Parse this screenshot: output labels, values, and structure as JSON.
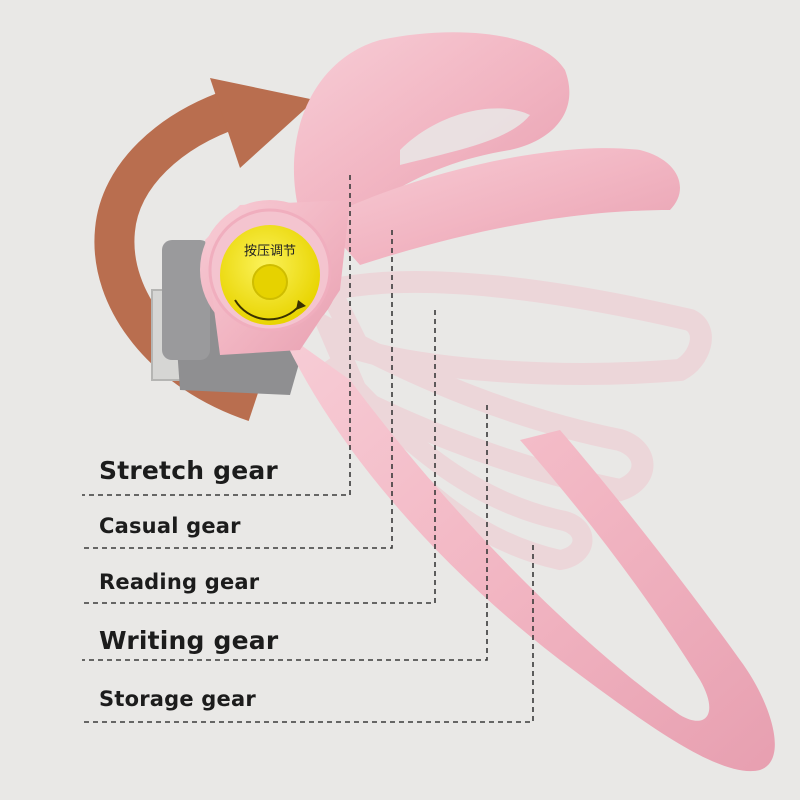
{
  "knob": {
    "text": "按压调节"
  },
  "gears": [
    {
      "label": "Stretch gear"
    },
    {
      "label": "Casual gear"
    },
    {
      "label": "Reading gear"
    },
    {
      "label": "Writing gear"
    },
    {
      "label": "Storage gear"
    }
  ],
  "colors": {
    "background": "#e9e8e6",
    "arm_pink": "#f2b9c5",
    "knob_yellow": "#f3e21a",
    "arrow_brown": "#b96e4f",
    "leader_line": "#3a3a3a",
    "label_text": "#1c1c1c"
  },
  "icons": [
    "rotation-arrow-icon",
    "adjustment-knob-icon"
  ]
}
